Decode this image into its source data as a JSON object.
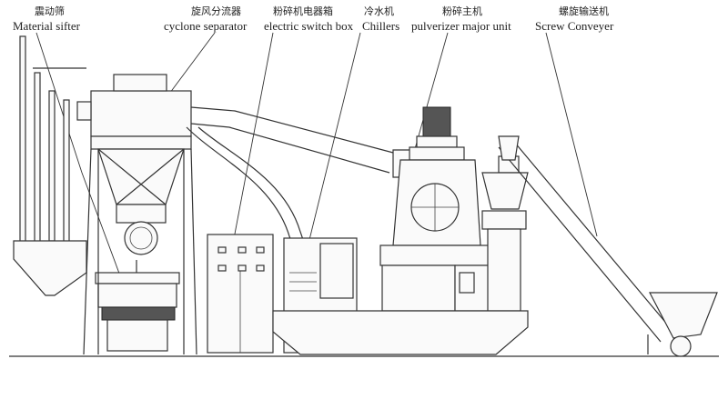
{
  "labels": {
    "material_sifter": {
      "zh": "震动筛",
      "en": "Material sifter"
    },
    "cyclone_separator": {
      "zh": "旋风分流器",
      "en": "cyclone separator"
    },
    "electric_switch_box": {
      "zh": "粉碎机电器箱",
      "en": "electric switch box"
    },
    "chillers": {
      "zh": "冷水机",
      "en": "Chillers"
    },
    "pulverizer_major_unit": {
      "zh": "粉碎主机",
      "en": "pulverizer major unit"
    },
    "screw_conveyer": {
      "zh": "螺旋输送机",
      "en": "Screw Conveyer"
    }
  },
  "colors": {
    "line": "#333333",
    "background": "#ffffff"
  }
}
